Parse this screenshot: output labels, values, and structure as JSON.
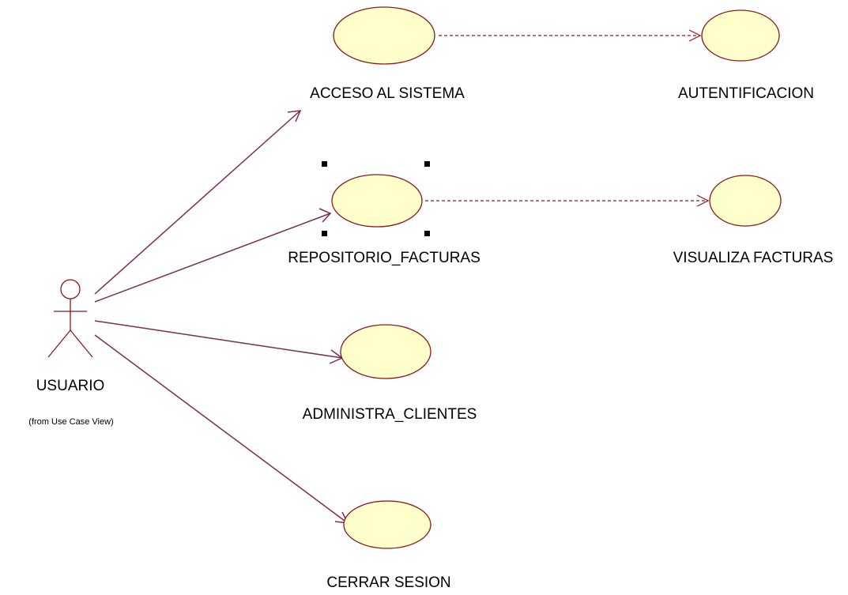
{
  "diagram": {
    "type": "use-case",
    "actor": {
      "name": "USUARIO",
      "note": "(from Use Case View)"
    },
    "use_cases": [
      {
        "id": "acceso",
        "label": "ACCESO AL SISTEMA"
      },
      {
        "id": "autentificacion",
        "label": "AUTENTIFICACION"
      },
      {
        "id": "repositorio",
        "label": "REPOSITORIO_FACTURAS",
        "selected": true
      },
      {
        "id": "visualiza",
        "label": "VISUALIZA FACTURAS"
      },
      {
        "id": "administra",
        "label": "ADMINISTRA_CLIENTES"
      },
      {
        "id": "cerrar",
        "label": "CERRAR SESION"
      }
    ],
    "associations": [
      {
        "from": "USUARIO",
        "to": "acceso"
      },
      {
        "from": "USUARIO",
        "to": "repositorio"
      },
      {
        "from": "USUARIO",
        "to": "administra"
      },
      {
        "from": "USUARIO",
        "to": "cerrar"
      }
    ],
    "dependencies": [
      {
        "from": "acceso",
        "to": "autentificacion"
      },
      {
        "from": "repositorio",
        "to": "visualiza"
      }
    ],
    "colors": {
      "use_case_fill": "#FFFFCC",
      "outline": "#8B1A1A",
      "association_line": "#7B2C4F",
      "dependency_line": "#8B1A1A",
      "selection_handle": "#000000"
    }
  }
}
